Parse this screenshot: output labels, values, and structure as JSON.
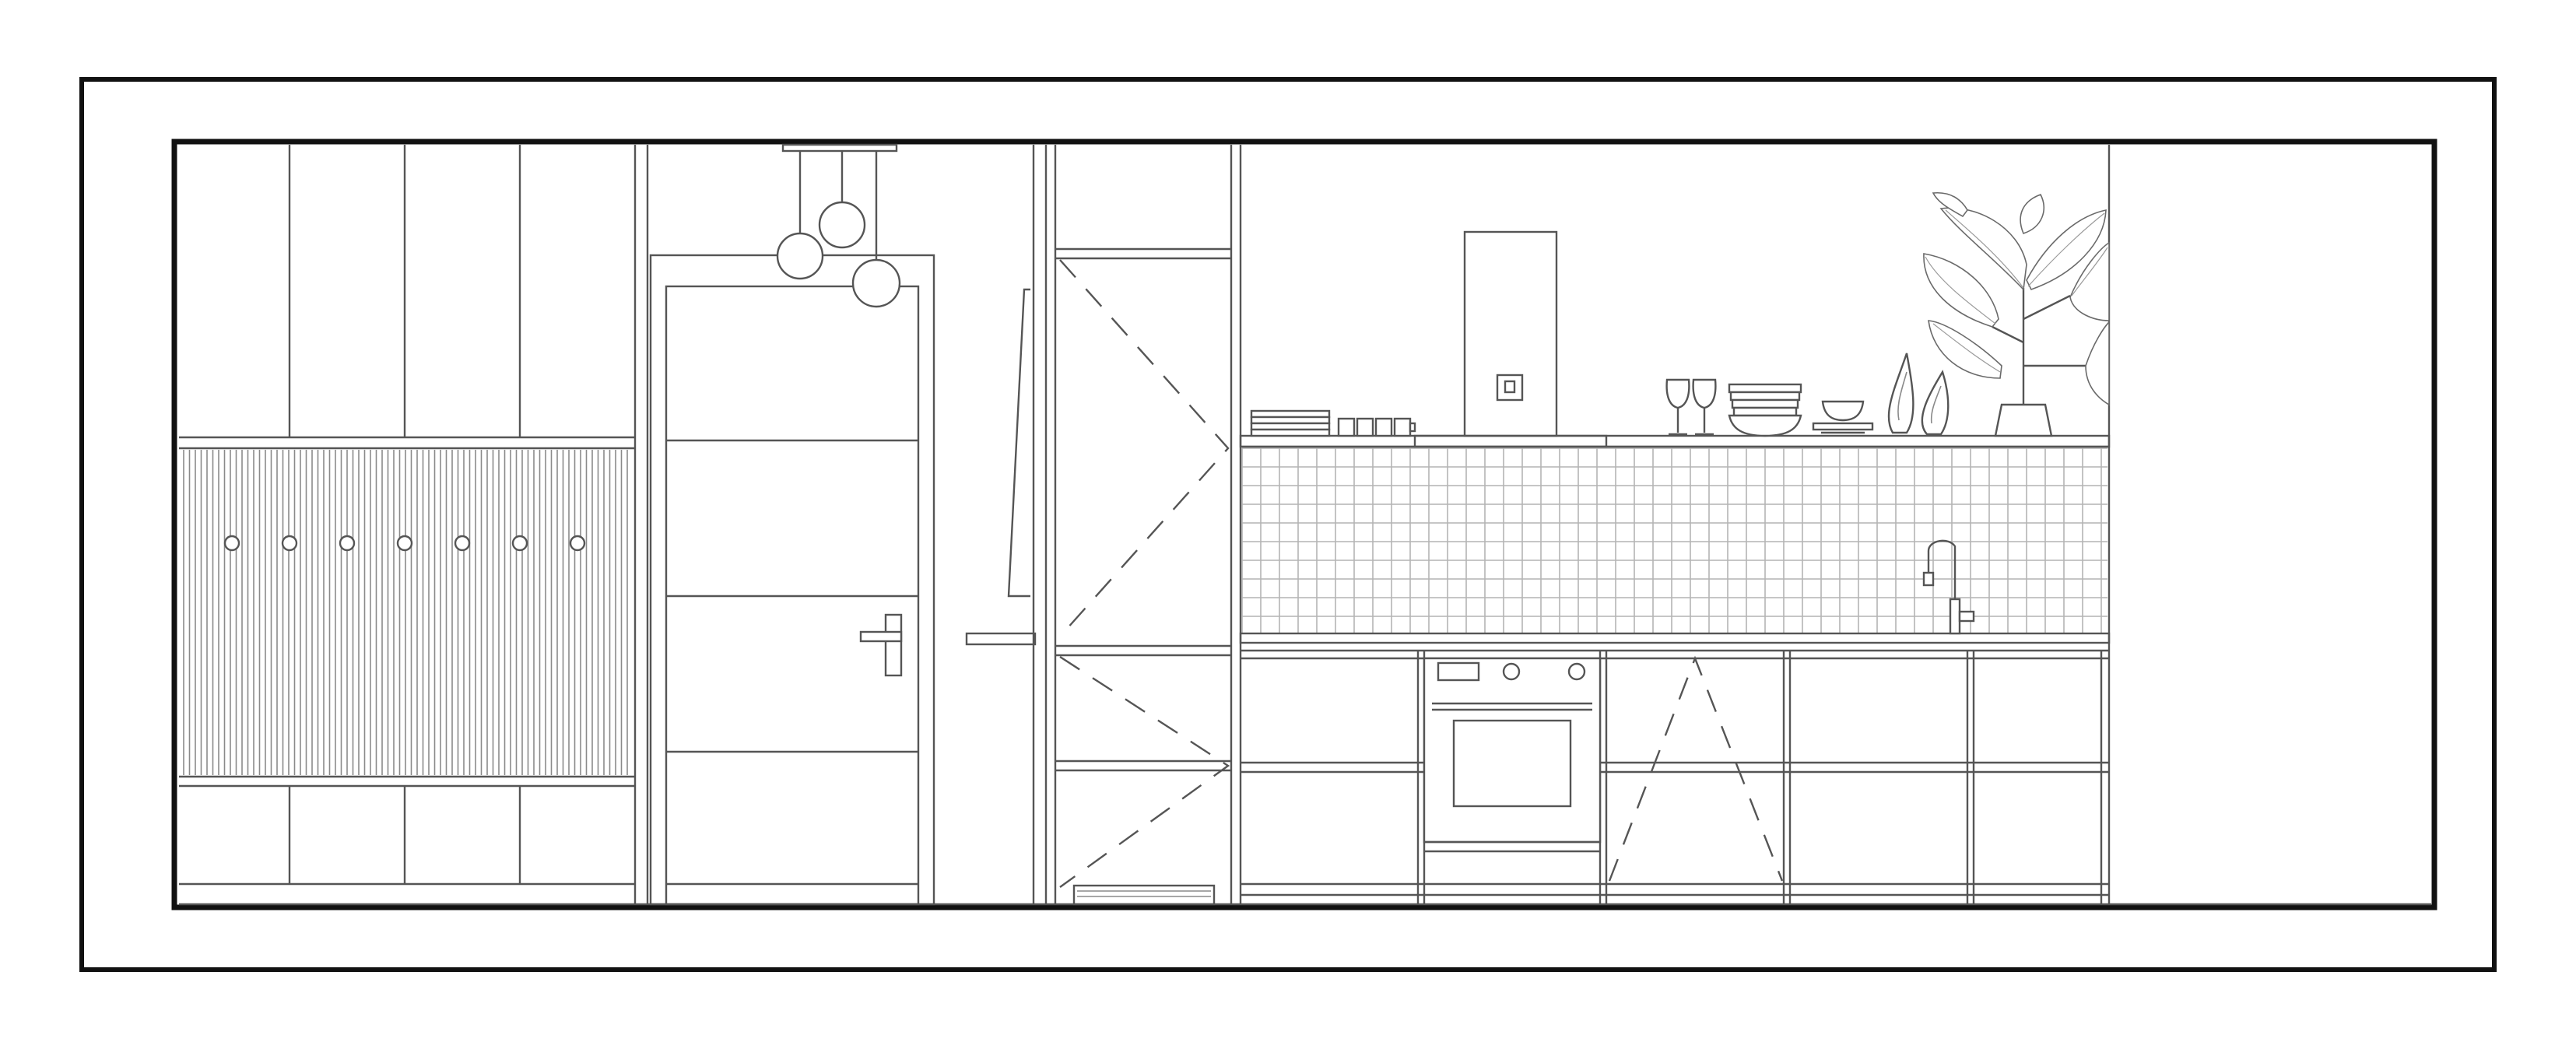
{
  "drawing": {
    "kind": "kitchen-and-hallway-elevation",
    "line_color": "#555555",
    "frame_color": "#111111",
    "tile_color": "#b4b4b4",
    "background": "#ffffff",
    "counts": {
      "wardrobe_panels": 4,
      "coat_hooks": 7,
      "door_glass_panes": 4,
      "pendant_lights": 3,
      "cabinet_bays": 5,
      "wine_glasses": 2,
      "vases": 2
    }
  }
}
